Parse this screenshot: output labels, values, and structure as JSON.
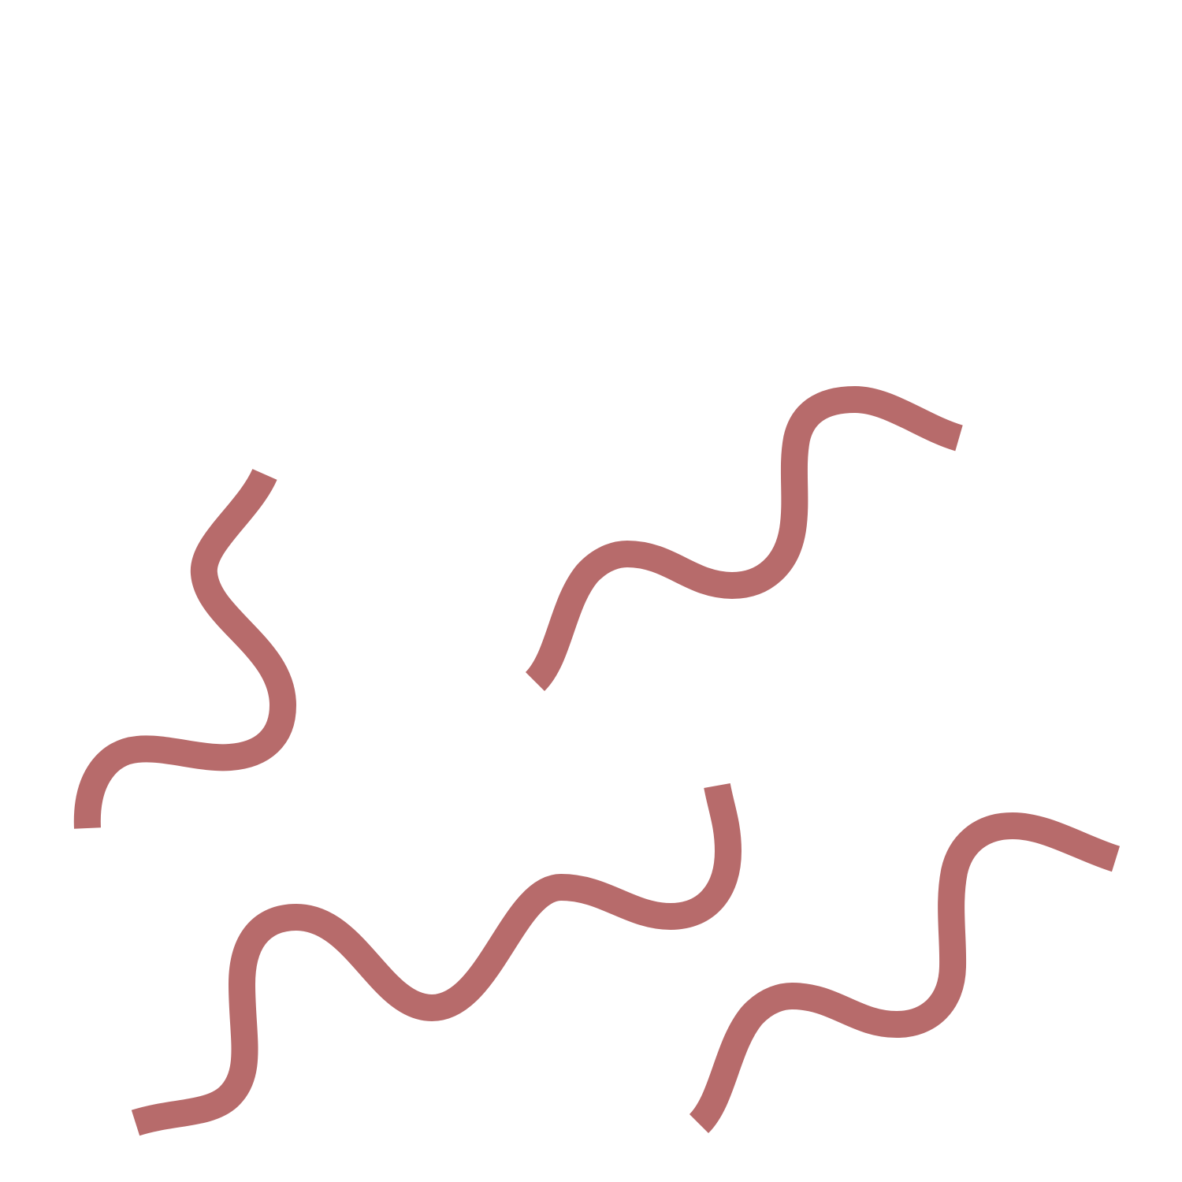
{
  "illustration": {
    "stroke_color": "#B76B6B",
    "background_color": "#FFFFFF",
    "shapes": [
      {
        "name": "squiggle-left"
      },
      {
        "name": "squiggle-upper-right"
      },
      {
        "name": "squiggle-bottom-center"
      },
      {
        "name": "squiggle-bottom-right"
      }
    ]
  }
}
